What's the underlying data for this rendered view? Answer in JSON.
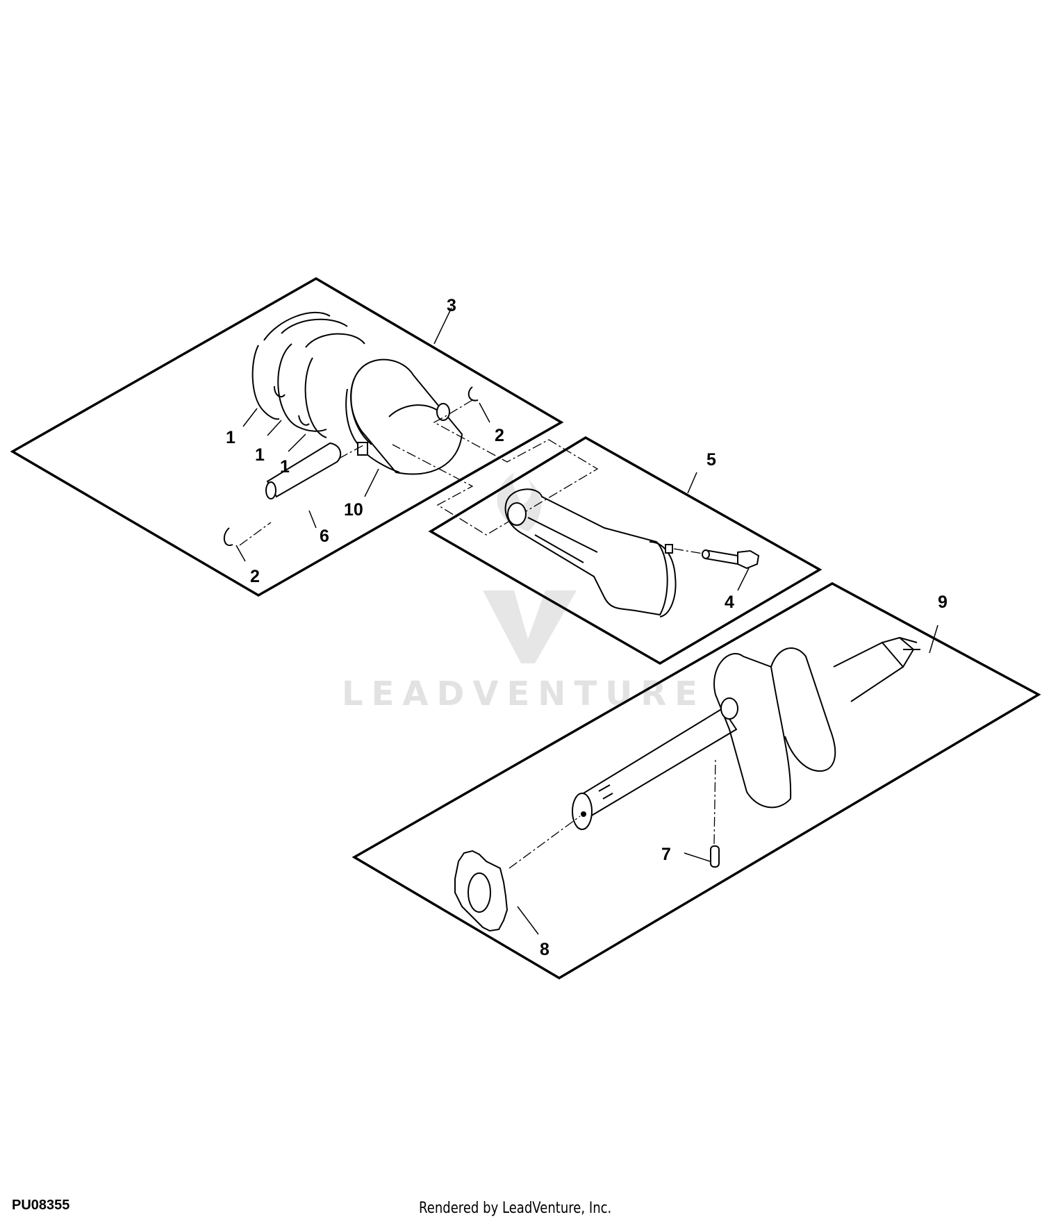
{
  "figure": {
    "id": "PU08355",
    "credit": "Rendered by LeadVenture, Inc.",
    "watermark": "LEADVENTURE"
  },
  "groups": [
    {
      "name": "piston-assembly",
      "callout": "3"
    },
    {
      "name": "connecting-rod-assembly",
      "callout": "5"
    },
    {
      "name": "crankshaft-assembly",
      "callout": "9"
    }
  ],
  "callouts": {
    "ring_top": "1",
    "ring_mid": "1",
    "ring_low": "1",
    "piston_group": "3",
    "clip_right": "2",
    "clip_left": "2",
    "piston_pin": "6",
    "piston": "10",
    "rod_group": "5",
    "rod_bolt": "4",
    "crank_group": "9",
    "dowel_pin": "7",
    "gear": "8"
  }
}
